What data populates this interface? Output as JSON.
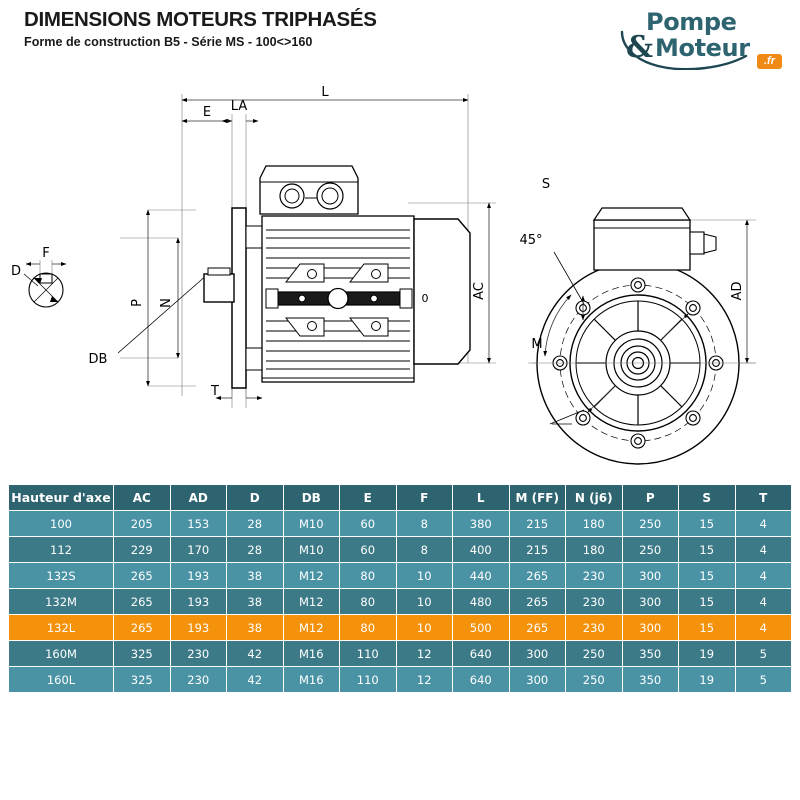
{
  "header": {
    "main_title": "DIMENSIONS MOTEURS TRIPHASÉS",
    "sub_title": "Forme de construction B5 - Série MS - 100<>160"
  },
  "logo": {
    "line1": "Pompe",
    "ampersand": "&",
    "line2": "Moteur",
    "badge": ".fr",
    "brand_color": "#2e6470",
    "badge_color": "#f08a16"
  },
  "drawing": {
    "labels": {
      "L": "L",
      "E": "E",
      "LA": "LA",
      "P": "P",
      "N": "N",
      "D": "D",
      "F": "F",
      "DB": "DB",
      "T": "T",
      "AC": "AC",
      "AD": "AD",
      "S": "S",
      "M": "M",
      "angle": "45°",
      "center_mark": "0"
    }
  },
  "table": {
    "columns": [
      "Hauteur d'axe",
      "AC",
      "AD",
      "D",
      "DB",
      "E",
      "F",
      "L",
      "M (FF)",
      "N (j6)",
      "P",
      "S",
      "T"
    ],
    "rows": [
      {
        "style": "row-light",
        "cells": [
          "100",
          "205",
          "153",
          "28",
          "M10",
          "60",
          "8",
          "380",
          "215",
          "180",
          "250",
          "15",
          "4"
        ]
      },
      {
        "style": "row-dark",
        "cells": [
          "112",
          "229",
          "170",
          "28",
          "M10",
          "60",
          "8",
          "400",
          "215",
          "180",
          "250",
          "15",
          "4"
        ]
      },
      {
        "style": "row-light",
        "cells": [
          "132S",
          "265",
          "193",
          "38",
          "M12",
          "80",
          "10",
          "440",
          "265",
          "230",
          "300",
          "15",
          "4"
        ]
      },
      {
        "style": "row-dark",
        "cells": [
          "132M",
          "265",
          "193",
          "38",
          "M12",
          "80",
          "10",
          "480",
          "265",
          "230",
          "300",
          "15",
          "4"
        ]
      },
      {
        "style": "row-hl",
        "cells": [
          "132L",
          "265",
          "193",
          "38",
          "M12",
          "80",
          "10",
          "500",
          "265",
          "230",
          "300",
          "15",
          "4"
        ]
      },
      {
        "style": "row-dark",
        "cells": [
          "160M",
          "325",
          "230",
          "42",
          "M16",
          "110",
          "12",
          "640",
          "300",
          "250",
          "350",
          "19",
          "5"
        ]
      },
      {
        "style": "row-light",
        "cells": [
          "160L",
          "325",
          "230",
          "42",
          "M16",
          "110",
          "12",
          "640",
          "300",
          "250",
          "350",
          "19",
          "5"
        ]
      }
    ],
    "colors": {
      "header_bg": "#2e6470",
      "row_light_bg": "#4a93a5",
      "row_dark_bg": "#3d7a87",
      "highlight_bg": "#f5920b",
      "text": "#ffffff"
    }
  }
}
